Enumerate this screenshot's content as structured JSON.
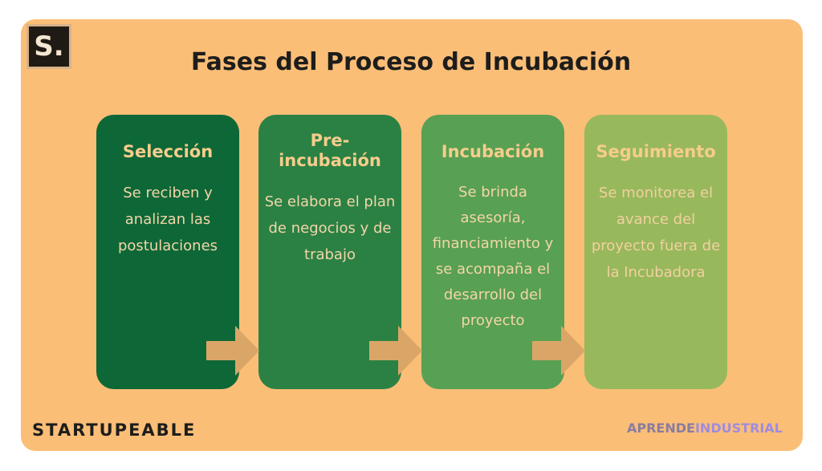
{
  "title": "Fases del Proceso de Incubación",
  "logo": {
    "text": "S."
  },
  "phases": [
    {
      "title": "Selección",
      "description": "Se reciben y analizan las postulaciones"
    },
    {
      "title": "Pre-incubación",
      "description": "Se elabora el plan de negocios y de trabajo"
    },
    {
      "title": "Incubación",
      "description": "Se brinda asesoría, financiamiento y se acompaña el desarrollo del proyecto"
    },
    {
      "title": "Seguimiento",
      "description": "Se monitorea el avance del proyecto fuera de la Incubadora"
    }
  ],
  "footer": {
    "left": "STARTUPEABLE",
    "right_part1": "APRENDE",
    "right_part2": "INDUSTRIAL"
  },
  "colors": {
    "background": "#fbbe77",
    "phase1": "#0e6737",
    "phase2": "#2b8144",
    "phase3": "#58a053",
    "phase4": "#98b85c",
    "arrow": "#daa667"
  }
}
